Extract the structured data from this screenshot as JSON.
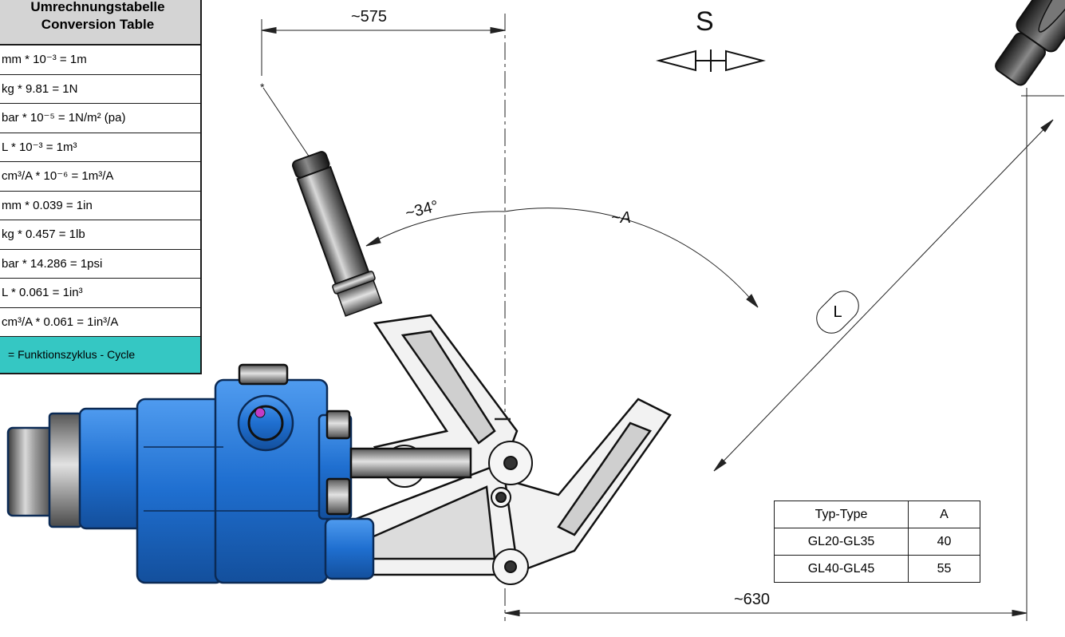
{
  "conversion_table": {
    "title_de": "Umrechnungstabelle",
    "title_en": "Conversion Table",
    "rows": [
      "mm * 10⁻³ = 1m",
      "kg * 9.81 = 1N",
      "bar * 10⁻⁵ = 1N/m² (pa)",
      "L * 10⁻³ = 1m³",
      "cm³/A * 10⁻⁶ = 1m³/A",
      "mm * 0.039 = 1in",
      "kg * 0.457 = 1lb",
      "bar * 14.286 = 1psi",
      "L * 0.061 = 1in³",
      "cm³/A * 0.061 = 1in³/A"
    ],
    "footer": "= Funktionszyklus - Cycle"
  },
  "dimensions": {
    "top_width": "~575",
    "angle_34": "~34°",
    "angle_a": "~A",
    "length": "L",
    "bottom_width": "~630",
    "direction": "S"
  },
  "type_table": {
    "header": [
      "Typ-Type",
      "A"
    ],
    "rows": [
      [
        "GL20-GL35",
        "40"
      ],
      [
        "GL40-GL45",
        "55"
      ]
    ]
  },
  "colors": {
    "valve_body": "#1f6fd0",
    "cycle_band": "#35c7c3",
    "table_header": "#d4d4d4"
  }
}
